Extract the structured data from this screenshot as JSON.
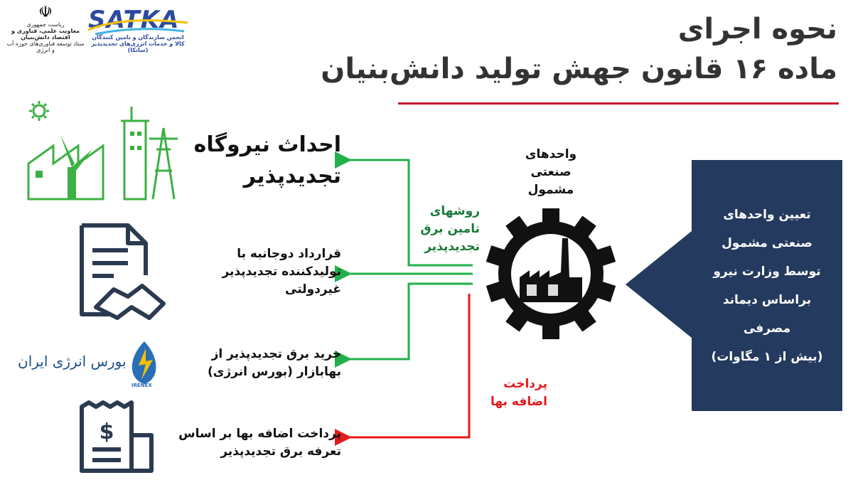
{
  "header": {
    "title_line1": "نحوه اجرای",
    "title_line2": "ماده ۱۶ قانون جهش تولید دانش‌بنیان"
  },
  "logos": {
    "gov_lines": [
      "ریاست جمهوری",
      "معاونت علمی، فناوری و اقتصاد دانش‌بنیان",
      "ستاد توسعه فناوری‌های حوزه آب و انرژی"
    ],
    "satka_brand": "SATKA",
    "satka_lines": [
      "انجمن سازندگان و تامین کنندگان",
      "کالا و خدمات انرژی‌های تجدیدپذیر (ساتکا)"
    ],
    "irenex_text": "بورس انرژی ایران",
    "irenex_brand": "IRENEX"
  },
  "determination_box": {
    "lines": [
      "تعیین واحدهای",
      "صنعتی مشمول",
      "توسط وزارت نیرو",
      "براساس دیماند",
      "مصرفی",
      "(بیش از ۱ مگاوات)"
    ]
  },
  "center": {
    "label_lines": [
      "واحدهای",
      "صنعتی",
      "مشمول"
    ]
  },
  "labels": {
    "green_lines": [
      "روشهای",
      "تامین برق",
      "تجدیدپذیر"
    ],
    "red_lines": [
      "پرداخت",
      "اضافه بها"
    ]
  },
  "options": [
    {
      "lines": [
        "احداث نیروگاه",
        "تجدیدپذیر"
      ]
    },
    {
      "lines": [
        "قرارداد دوجانبه با",
        "تولیدکننده تجدیدپذیر",
        "غیردولتی"
      ]
    },
    {
      "lines": [
        "خرید برق تجدیدپذیر از",
        "بهابازار (بورس انرژی)"
      ]
    },
    {
      "lines": [
        "پرداخت اضافه بها بر اساس",
        "تعرفه برق تجدیدپذیر"
      ]
    }
  ],
  "colors": {
    "green": "#22b04b",
    "red": "#e41b1b",
    "navy": "#243a5e",
    "accent_rule": "#c8102e"
  }
}
